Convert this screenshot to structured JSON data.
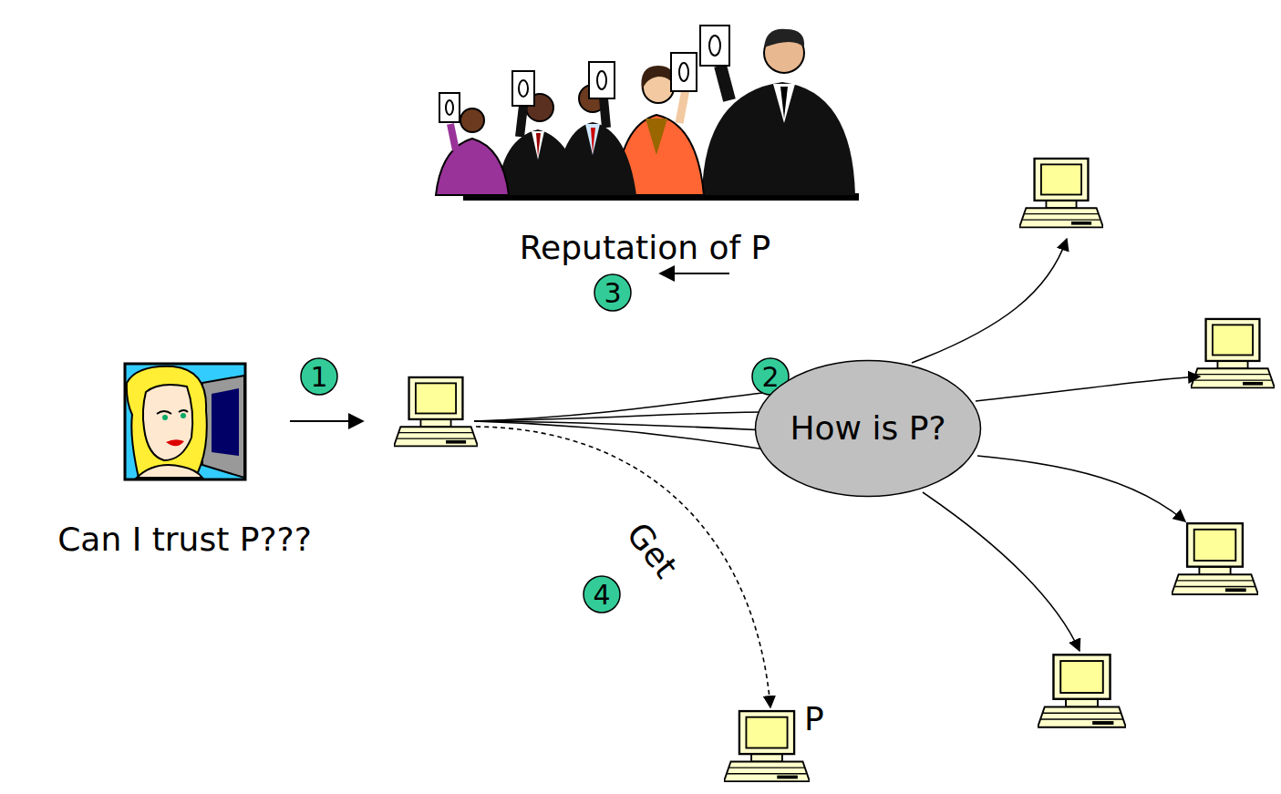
{
  "diagram": {
    "nodes": [
      {
        "text": [
          "Reputation of P"
        ]
      },
      {
        "text": [
          "Can I trust P???"
        ]
      },
      {
        "text": [
          "How is P?"
        ]
      },
      {
        "text": [
          "P"
        ]
      }
    ],
    "labels": [
      "3",
      "1",
      "2",
      "Get",
      "4"
    ]
  }
}
